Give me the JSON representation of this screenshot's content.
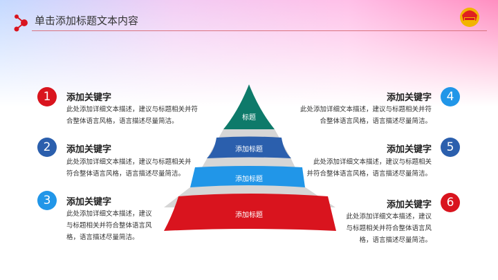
{
  "header": {
    "title": "单击添加标题文本内容"
  },
  "colors": {
    "red": "#d9141e",
    "blue": "#2b5fad",
    "lightblue": "#2196e8",
    "green": "#0e7a6a"
  },
  "pyramid": [
    "标题",
    "添加标题",
    "添加标题",
    "添加标题"
  ],
  "items": [
    {
      "num": "1",
      "keyword": "添加关键字",
      "lines": [
        "此处添加详细文本描述，建议与标题相关并符",
        "合整体语言风格，语言描述尽量简洁。"
      ]
    },
    {
      "num": "2",
      "keyword": "添加关键字",
      "lines": [
        "此处添加详细文本描述，建议与标题相关并",
        "符合整体语言风格，语言描述尽量简洁。"
      ]
    },
    {
      "num": "3",
      "keyword": "添加关键字",
      "lines": [
        "此处添加详细文本描述，建议",
        "与标题相关并符合整体语言风",
        "格，语言描述尽量简洁。"
      ]
    },
    {
      "num": "4",
      "keyword": "添加关键字",
      "lines": [
        "此处添加详细文本描述，建议与标题相关并符",
        "合整体语言风格，语言描述尽量简洁。"
      ]
    },
    {
      "num": "5",
      "keyword": "添加关键字",
      "lines": [
        "此处添加详细文本描述，建议与标题相关",
        "并符合整体语言风格，语言描述尽量简洁。"
      ]
    },
    {
      "num": "6",
      "keyword": "添加关键字",
      "lines": [
        "此处添加详细文本描述，建议",
        "与标题相关并符合整体语言风",
        "格，语言描述尽量简洁。"
      ]
    }
  ]
}
